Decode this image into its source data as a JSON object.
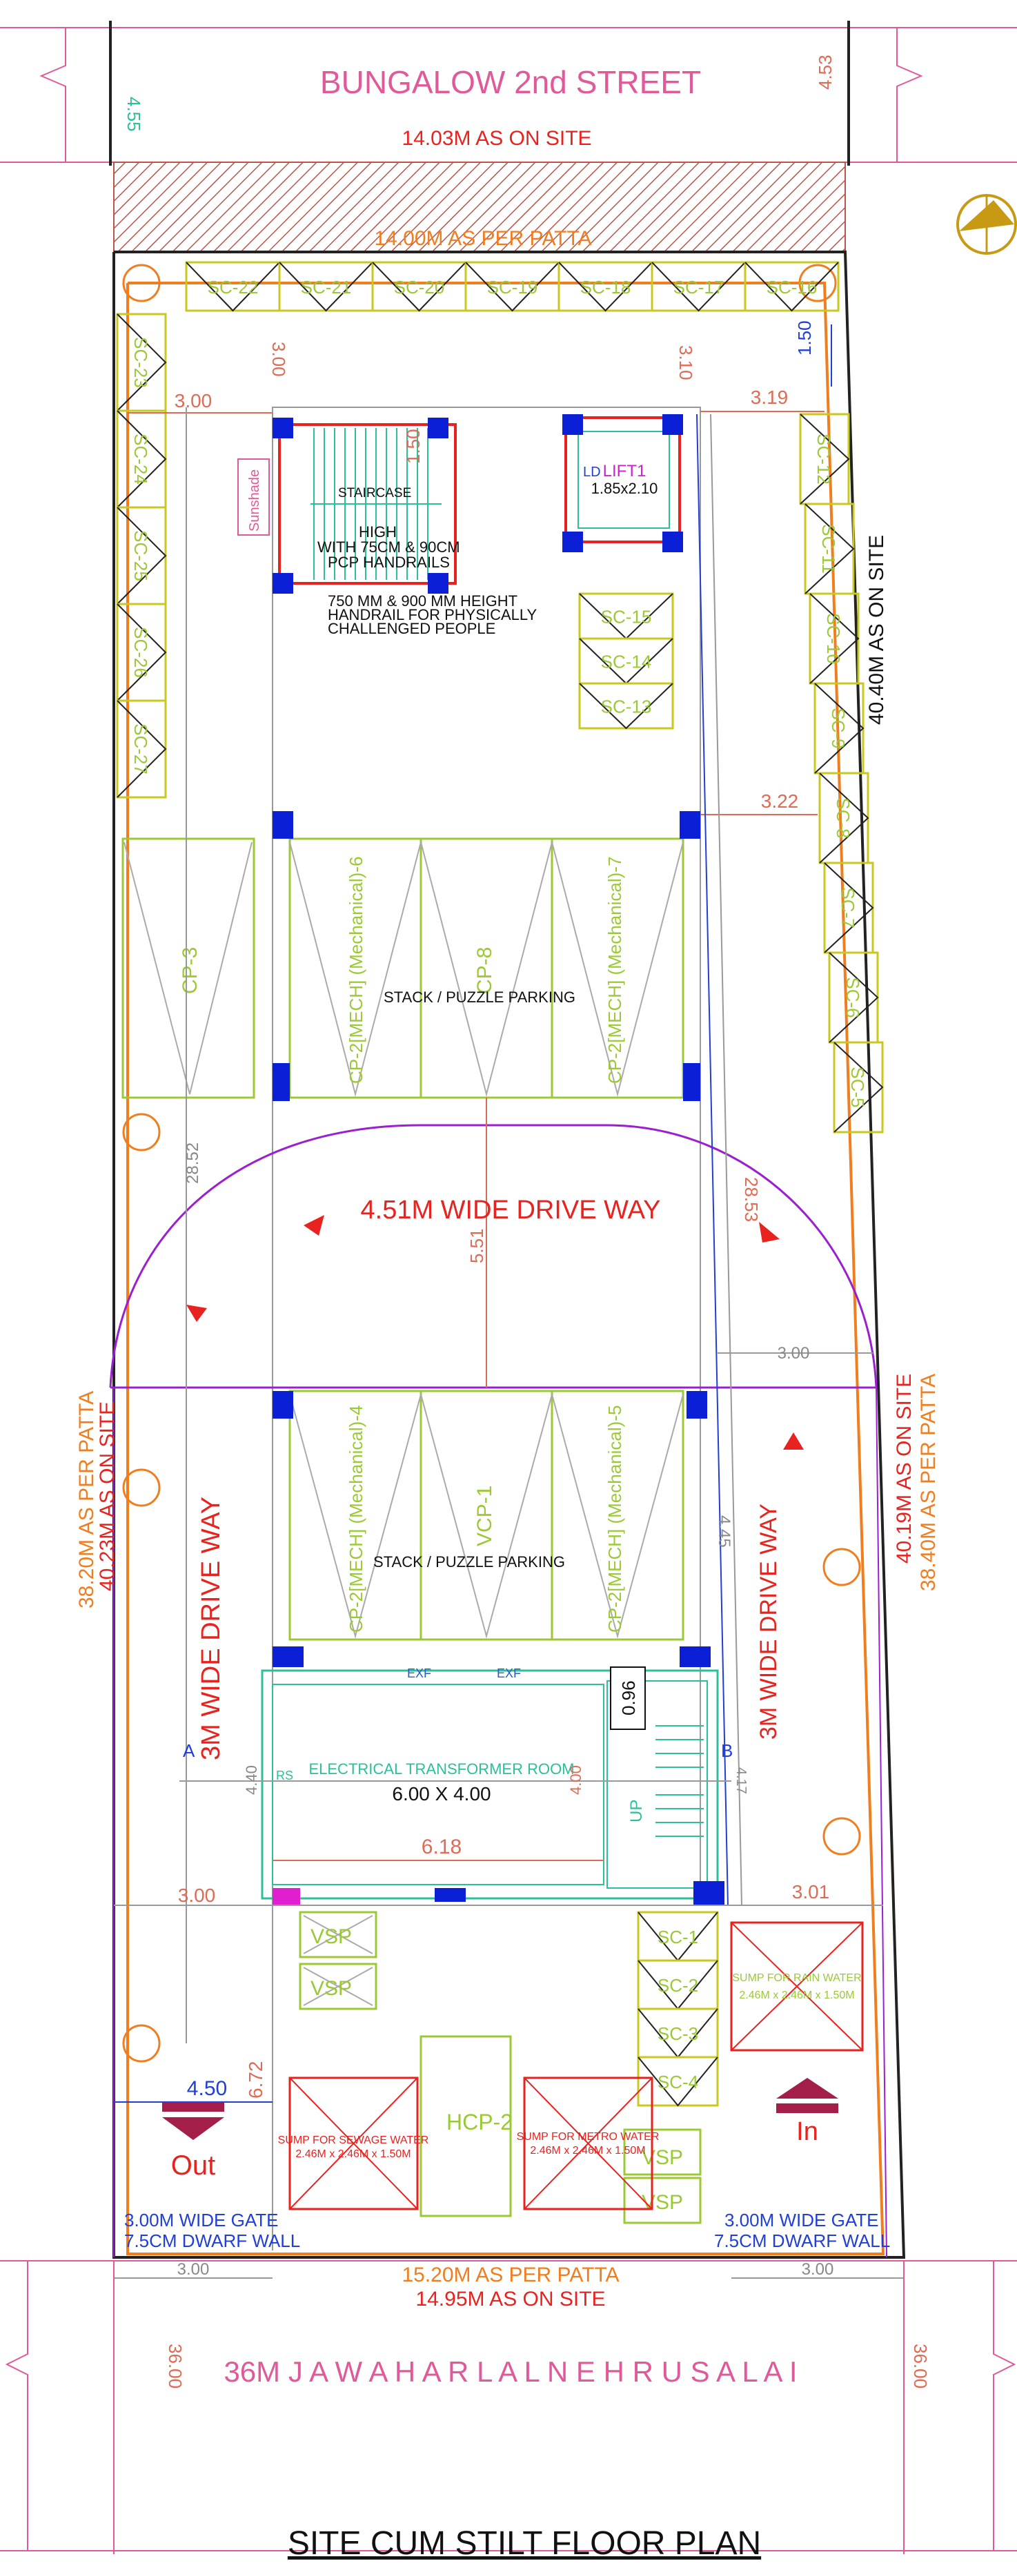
{
  "road_top": {
    "name": "BUNGALOW 2nd STREET",
    "width_left": "4.55",
    "width_right": "4.53"
  },
  "frontage_top": {
    "on_site": "14.03M  AS  ON SITE",
    "per_patta": "14.00M  AS PER PATTA"
  },
  "setbacks": {
    "top_left": "3.00",
    "top_mid": "3.10",
    "top_right": "1.50",
    "left": "3.00",
    "right_upper": "3.19",
    "right_mid": "3.22",
    "right_drive": "3.00",
    "bottom_left": "3.00",
    "bottom_right": "3.01",
    "gate_left": "3.00",
    "gate_right": "3.00"
  },
  "site_length": {
    "right_on_site": "40.40M  AS  ON SITE",
    "left_per_patta": "38.20M  AS PER PATTA",
    "left_on_site": "40.23M  AS  ON SITE",
    "right_on_site_2": "40.19M  AS  ON SITE",
    "right_per_patta": "38.40M  AS PER PATTA"
  },
  "scooter_top": [
    "SC-22",
    "SC-21",
    "SC-20",
    "SC-19",
    "SC-18",
    "SC-17",
    "SC-16"
  ],
  "scooter_left": [
    "SC-23",
    "SC-24",
    "SC-25",
    "SC-26",
    "SC-27"
  ],
  "scooter_right": [
    "SC-12",
    "SC-11",
    "SC-10",
    "SC-9",
    "SC-8",
    "SC-7",
    "SC-6",
    "SC-5"
  ],
  "scooter_core": [
    "SC-15",
    "SC-14",
    "SC-13"
  ],
  "scooter_bottom": [
    "SC-1",
    "SC-2",
    "SC-3",
    "SC-4"
  ],
  "staircase": {
    "label": "STAIRCASE",
    "sunshade": "Sunshade",
    "note1": "HIGH",
    "note2": "WITH 75CM & 90CM",
    "note3": "PCP HANDRAILS",
    "dim": "1.50",
    "handrail_1": "750 MM & 900 MM HEIGHT",
    "handrail_2": "HANDRAIL FOR PHYSICALLY",
    "handrail_3": "CHALLENGED PEOPLE"
  },
  "lift": {
    "name": "LIFT1",
    "size": "1.85x2.10",
    "ld": "LD"
  },
  "parking_upper": {
    "cp3": "CP-3",
    "cp2_6": "CP-2[MECH] (Mechanical)-6",
    "cp8": "CP-8",
    "cp2_7": "CP-2[MECH] (Mechanical)-7",
    "stack": "STACK / PUZZLE PARKING"
  },
  "drive_main": {
    "label": "4.51M WIDE DRIVE WAY",
    "dim_mid": "5.51",
    "dim_left": "28.52",
    "dim_right": "28.53"
  },
  "parking_lower": {
    "cp2_4": "CP-2[MECH] (Mechanical)-4",
    "vcp1": "VCP-1",
    "cp2_5": "CP-2[MECH] (Mechanical)-5",
    "stack": "STACK / PUZZLE PARKING",
    "dim_right": "4.45"
  },
  "drive_side": {
    "left": "3M WIDE DRIVE WAY",
    "right": "3M WIDE DRIVE WAY"
  },
  "transformer": {
    "label": "ELECTRICAL TRANSFORMER ROOM",
    "size": "6.00 X 4.00",
    "dim_width": "6.18",
    "dim_height_left": "4.40",
    "dim_height_right": "4.00",
    "dim_stair": "0.96",
    "up": "UP",
    "exf1": "EXF",
    "exf2": "EXF",
    "rs": "RS",
    "sec_a": "A",
    "sec_b": "B",
    "dim_side": "4.17"
  },
  "visitor": {
    "vsp1": "VSP",
    "vsp2": "VSP",
    "hcp": "HCP-2",
    "vsp3": "VSP",
    "vsp4": "VSP",
    "dim_left": "6.72",
    "dim_gate": "4.50"
  },
  "sumps": {
    "rain_1": "SUMP FOR RAIN WATER",
    "rain_2": "2.46M x 2.46M x 1.50M",
    "sewage_1": "SUMP FOR SEWAGE WATER",
    "sewage_2": "2.46M x 2.46M x 1.50M",
    "metro_1": "SUMP FOR METRO WATER",
    "metro_2": "2.46M x 2.46M x 1.50M"
  },
  "gates": {
    "out": "Out",
    "in": "In",
    "left_1": "3.00M WIDE GATE",
    "left_2": "7.5CM DWARF WALL",
    "right_1": "3.00M WIDE GATE",
    "right_2": "7.5CM DWARF WALL"
  },
  "frontage_bottom": {
    "per_patta": "15.20M  AS PER PATTA",
    "on_site": "14.95M  AS  ON SITE"
  },
  "road_bottom": {
    "name": "36M J A W A H A R L A L   N E H R U   S A L A I",
    "width_left": "36.00",
    "width_right": "36.00"
  },
  "drawing_title": "SITE  CUM  STILT  FLOOR  PLAN",
  "colors": {
    "road_text": "#e05a9a",
    "dimension_red": "#e8231f",
    "patta_orange": "#f07d1e",
    "parking_green": "#9bc934",
    "column_blue": "#0a1fd6",
    "drive_purple": "#9b1fd0"
  }
}
